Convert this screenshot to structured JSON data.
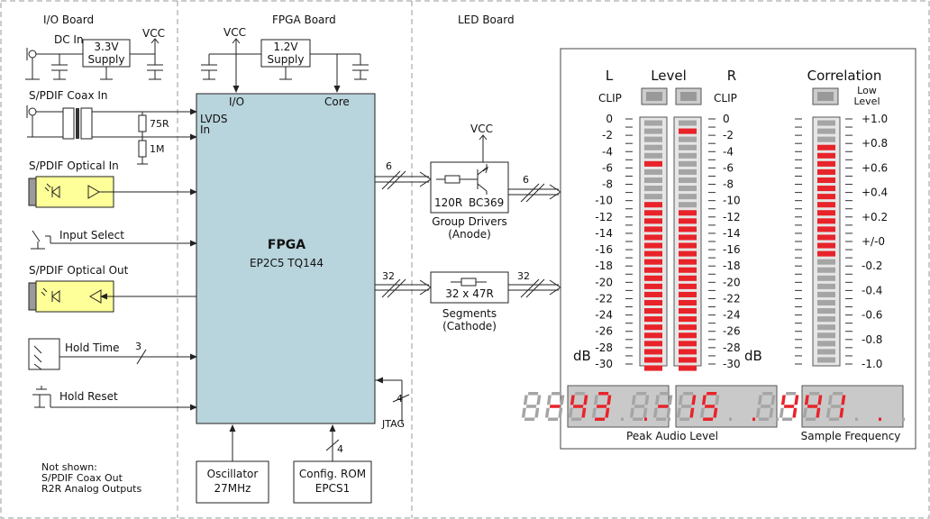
{
  "sections": {
    "io": "I/O Board",
    "fpga": "FPGA Board",
    "led": "LED Board"
  },
  "io_board": {
    "dc_in": "DC In",
    "supply33": [
      "3.3V",
      "Supply"
    ],
    "vcc": "VCC",
    "coax_in": "S/PDIF Coax In",
    "r75": "75R",
    "r1m": "1M",
    "optical_in": "S/PDIF Optical In",
    "input_select": "Input Select",
    "optical_out": "S/PDIF Optical Out",
    "hold_time": "Hold Time",
    "hold_time_bus": "3",
    "hold_reset": "Hold Reset",
    "not_shown": [
      "Not shown:",
      "S/PDIF Coax Out",
      "R2R Analog Outputs"
    ]
  },
  "fpga_board": {
    "vcc": "VCC",
    "supply12": [
      "1.2V",
      "Supply"
    ],
    "io": "I/O",
    "core": "Core",
    "lvds": [
      "LVDS",
      "In"
    ],
    "fpga_title": "FPGA",
    "fpga_part": "EP2C5 TQ144",
    "jtag": "JTAG",
    "jtag_bus": "4",
    "oscillator": [
      "Oscillator",
      "27MHz"
    ],
    "rom": [
      "Config. ROM",
      "EPCS1"
    ],
    "rom_bus": "4",
    "bus_drivers": "6",
    "bus_segments": "32"
  },
  "drivers": {
    "vcc": "VCC",
    "r": "120R",
    "t": "BC369",
    "label": [
      "Group Drivers",
      "(Anode)"
    ],
    "out_bus": "6",
    "seg_r": "32 x 47R",
    "seg_label": [
      "Segments",
      "(Cathode)"
    ],
    "seg_out_bus": "32"
  },
  "led_board": {
    "L": "L",
    "level": "Level",
    "R": "R",
    "correlation": "Correlation",
    "clip": "CLIP",
    "low_level": [
      "Low",
      "Level"
    ],
    "db": "dB",
    "scale_db": [
      "0",
      "-2",
      "-4",
      "-6",
      "-8",
      "-10",
      "-12",
      "-14",
      "-16",
      "-18",
      "-20",
      "-22",
      "-24",
      "-26",
      "-28",
      "-30"
    ],
    "scale_corr": [
      "+1.0",
      "+0.8",
      "+0.6",
      "+0.4",
      "+0.2",
      "+/-0",
      "-0.2",
      "-0.4",
      "-0.6",
      "-0.8",
      "-1.0"
    ],
    "bar_left_on": [
      0,
      0,
      0,
      0,
      0,
      1,
      0,
      0,
      0,
      0,
      1,
      1,
      1,
      1,
      1,
      1,
      1,
      1,
      1,
      1,
      1,
      1,
      1,
      1,
      1,
      1,
      1,
      1,
      1,
      1,
      1
    ],
    "bar_right_on": [
      0,
      1,
      0,
      0,
      0,
      0,
      0,
      0,
      0,
      0,
      0,
      1,
      1,
      1,
      1,
      1,
      1,
      1,
      1,
      1,
      1,
      1,
      1,
      1,
      1,
      1,
      1,
      1,
      1,
      1,
      1
    ],
    "bar_corr_on": [
      0,
      0,
      0,
      1,
      1,
      1,
      1,
      1,
      1,
      1,
      1,
      1,
      1,
      1,
      1,
      1,
      1,
      0,
      0,
      0,
      0,
      0,
      0,
      0,
      0,
      0,
      0,
      0,
      0,
      0
    ],
    "peak_left": "-4.3",
    "peak_right": "-1.5",
    "sample_freq": "44.1",
    "peak_label": "Peak Audio Level",
    "sample_label": "Sample Frequency"
  }
}
